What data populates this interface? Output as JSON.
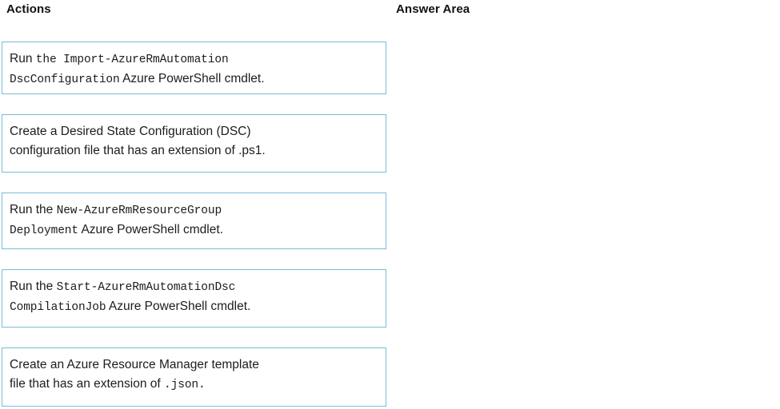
{
  "columns": {
    "actions_header": "Actions",
    "answer_header": "Answer Area"
  },
  "colors": {
    "card_border": "#76bdd6",
    "card_background": "#ffffff",
    "page_background": "#ffffff",
    "text": "#1c1c1c",
    "header_text": "#111111"
  },
  "actions": [
    {
      "id": "import-azurermautomationdscconfiguration",
      "lines": [
        [
          {
            "style": "sans",
            "text": "Run "
          },
          {
            "style": "mono",
            "text": "the Import-AzureRmAutomation"
          }
        ],
        [
          {
            "style": "mono",
            "text": "DscConfiguration"
          },
          {
            "style": "sans",
            "text": " Azure PowerShell cmdlet."
          }
        ]
      ]
    },
    {
      "id": "create-dsc-configuration-file",
      "lines": [
        [
          {
            "style": "sans",
            "text": "Create a Desired State Configuration (DSC)"
          }
        ],
        [
          {
            "style": "sans",
            "text": "configuration file that has an extension of .ps1."
          }
        ]
      ]
    },
    {
      "id": "new-azurermresourcegroupdeployment",
      "lines": [
        [
          {
            "style": "sans",
            "text": "Run the "
          },
          {
            "style": "mono",
            "text": "New-AzureRmResourceGroup"
          }
        ],
        [
          {
            "style": "mono",
            "text": "Deployment"
          },
          {
            "style": "sans",
            "text": " Azure PowerShell cmdlet."
          }
        ]
      ]
    },
    {
      "id": "start-azurermautomationdsccompilationjob",
      "lines": [
        [
          {
            "style": "sans",
            "text": "Run the "
          },
          {
            "style": "mono",
            "text": "Start-AzureRmAutomationDsc"
          }
        ],
        [
          {
            "style": "mono",
            "text": "CompilationJob"
          },
          {
            "style": "sans",
            "text": " Azure PowerShell cmdlet."
          }
        ]
      ]
    },
    {
      "id": "create-arm-template-file",
      "lines": [
        [
          {
            "style": "sans",
            "text": "Create an Azure Resource Manager template"
          }
        ],
        [
          {
            "style": "sans",
            "text": "file that has an extension of "
          },
          {
            "style": "mono",
            "text": ".json."
          }
        ]
      ]
    }
  ],
  "answer_area": {
    "items": []
  }
}
